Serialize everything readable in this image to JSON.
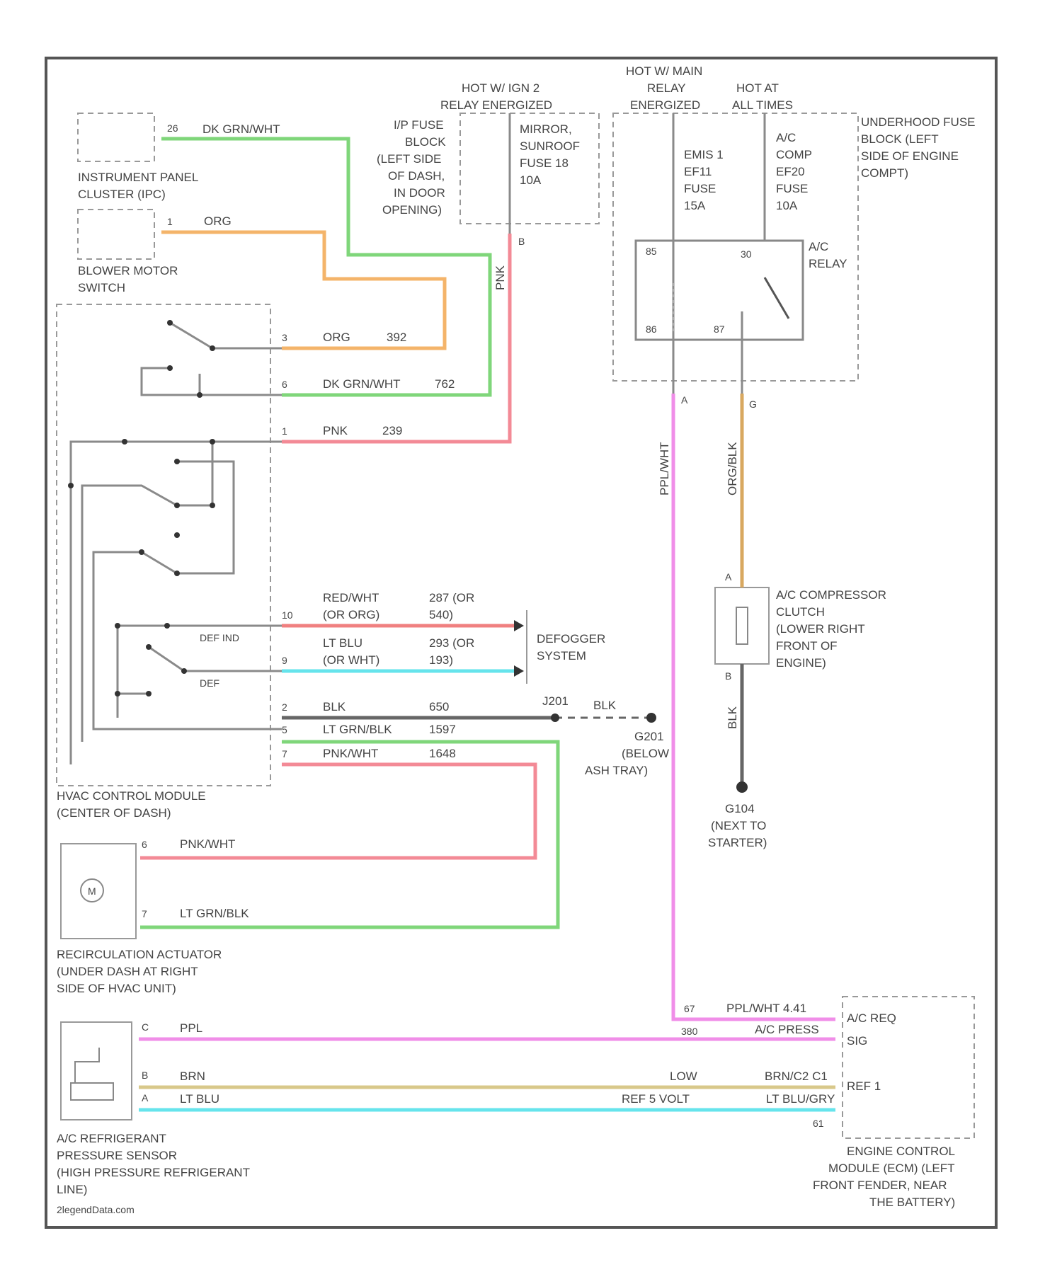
{
  "wires": {
    "dk_grn_wht": "DK GRN/WHT",
    "org": "ORG",
    "pnk": "PNK",
    "ppl_wht": "PPL/WHT",
    "org_blk": "ORG/BLK",
    "blk": "BLK",
    "ppl": "PPL",
    "brn": "BRN",
    "lt_blu": "LT BLU"
  },
  "hvac": {
    "c1": {
      "pin": "3",
      "wire": "ORG",
      "circuit": "392"
    },
    "c2": {
      "pin": "6",
      "wire": "DK GRN/WHT",
      "circuit": "762"
    },
    "c3": {
      "pin": "1",
      "wire": "PNK",
      "circuit": "239"
    },
    "c4": {
      "pin": "10",
      "wire1": "RED/WHT",
      "wire2": "(OR ORG)",
      "circ1": "287 (OR",
      "circ2": "540)"
    },
    "c5": {
      "pin": "9",
      "wire1": "LT BLU",
      "wire2": "(OR WHT)",
      "circ1": "293 (OR",
      "circ2": "193)"
    },
    "c6": {
      "pin": "2",
      "wire": "BLK",
      "circuit": "650"
    },
    "c7": {
      "pin": "5",
      "wire": "LT GRN/BLK",
      "circuit": "1597"
    },
    "c8": {
      "pin": "7",
      "wire": "PNK/WHT",
      "circuit": "1648"
    },
    "def_ind": "DEF IND",
    "def": "DEF",
    "label1": "HVAC CONTROL MODULE",
    "label2": "(CENTER OF DASH)"
  },
  "ipc": {
    "label1": "INSTRUMENT PANEL",
    "label2": "CLUSTER (IPC)",
    "pin": "26"
  },
  "blower": {
    "label1": "BLOWER MOTOR",
    "label2": "SWITCH",
    "pin": "1"
  },
  "ip_fuse": {
    "hot1": "HOT W/ IGN 2",
    "hot2": "RELAY ENERGIZED",
    "lines": [
      "I/P FUSE",
      "BLOCK",
      "(LEFT SIDE",
      "OF DASH,",
      "IN DOOR",
      "OPENING)"
    ],
    "fuse": [
      "MIRROR,",
      "SUNROOF",
      "FUSE 18",
      "10A"
    ],
    "pin": "B"
  },
  "underhood": {
    "hot_a1": "HOT W/ MAIN",
    "hot_a2": "RELAY",
    "hot_a3": "ENERGIZED",
    "hot_b1": "HOT AT",
    "hot_b2": "ALL TIMES",
    "lines": [
      "UNDERHOOD FUSE",
      "BLOCK (LEFT",
      "SIDE OF ENGINE",
      "COMPT)"
    ],
    "fuse_a": [
      "EMIS 1",
      "EF11",
      "FUSE",
      "15A"
    ],
    "fuse_b": [
      "A/C",
      "COMP",
      "EF20",
      "FUSE",
      "10A"
    ],
    "relay": [
      "A/C",
      "RELAY"
    ],
    "pins": [
      "85",
      "30",
      "86",
      "87"
    ],
    "out_a": "A",
    "out_b": "G"
  },
  "compressor": {
    "lines": [
      "A/C COMPRESSOR",
      "CLUTCH",
      "(LOWER RIGHT",
      "FRONT OF",
      "ENGINE)"
    ],
    "pin_a": "A",
    "pin_b": "B"
  },
  "g104": {
    "lines": [
      "G104",
      "(NEXT TO",
      "STARTER)"
    ]
  },
  "defogger": {
    "lines": [
      "DEFOGGER",
      "SYSTEM"
    ]
  },
  "g201": {
    "label": "G201",
    "lines": [
      "(BELOW",
      "ASH TRAY)"
    ],
    "splice": "J201"
  },
  "recirc": {
    "lines": [
      "RECIRCULATION ACTUATOR",
      "(UNDER DASH AT RIGHT",
      "SIDE OF HVAC UNIT)"
    ],
    "pin_a": "6",
    "pin_b": "7",
    "w1": "PNK/WHT",
    "w2": "LT GRN/BLK",
    "m": "M"
  },
  "sensor": {
    "lines": [
      "A/C REFRIGERANT",
      "PRESSURE SENSOR",
      "(HIGH PRESSURE REFRIGERANT",
      "LINE)"
    ],
    "pins": [
      "C",
      "B",
      "A"
    ],
    "w1": "PPL",
    "w2": "BRN",
    "w3": "LT BLU"
  },
  "ecm": {
    "lines": [
      "ENGINE CONTROL",
      "MODULE (ECM) (LEFT",
      "FRONT FENDER, NEAR",
      "THE BATTERY)"
    ],
    "ppl_wht": "PPL/WHT 4.41",
    "pin_67": "67",
    "ac_req": "A/C REQ",
    "c380": "380",
    "ac_press": "A/C PRESS",
    "sig": "SIG",
    "low": "LOW",
    "brn_c1": "BRN/C2 C1",
    "ref": "REF 1",
    "ref5": "REF 5 VOLT",
    "lt_blu_c": "LT BLU/GRY",
    "pin_61": "61"
  },
  "brand": "2legendData.com",
  "colors": {
    "green": "#7fd67a",
    "orange": "#f4b46a",
    "pink": "#f38a96",
    "red": "#f08080",
    "cyan": "#66e4ec",
    "magenta": "#f08ee8",
    "tan": "#d8c88a",
    "gray": "#666666"
  }
}
